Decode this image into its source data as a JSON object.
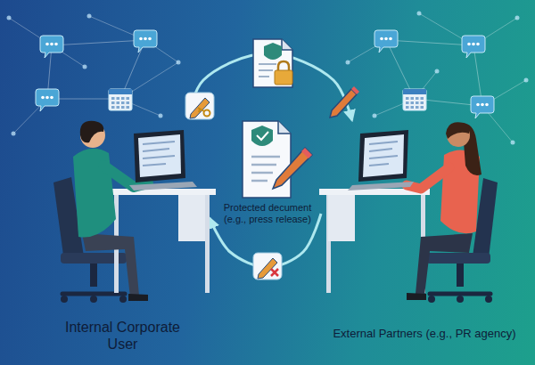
{
  "diagram": {
    "nodes": [
      {
        "text": [
          "Internal Corporate User"
        ]
      },
      {
        "text": [
          "Protected decument (e.g., press release)"
        ]
      },
      {
        "text": [
          "External Partners (e.g., PR agency)"
        ]
      }
    ],
    "edges": [
      {
        "from": 0,
        "to": 2,
        "arrow": "to"
      },
      {
        "from": 2,
        "to": 0,
        "arrow": "to"
      }
    ]
  }
}
